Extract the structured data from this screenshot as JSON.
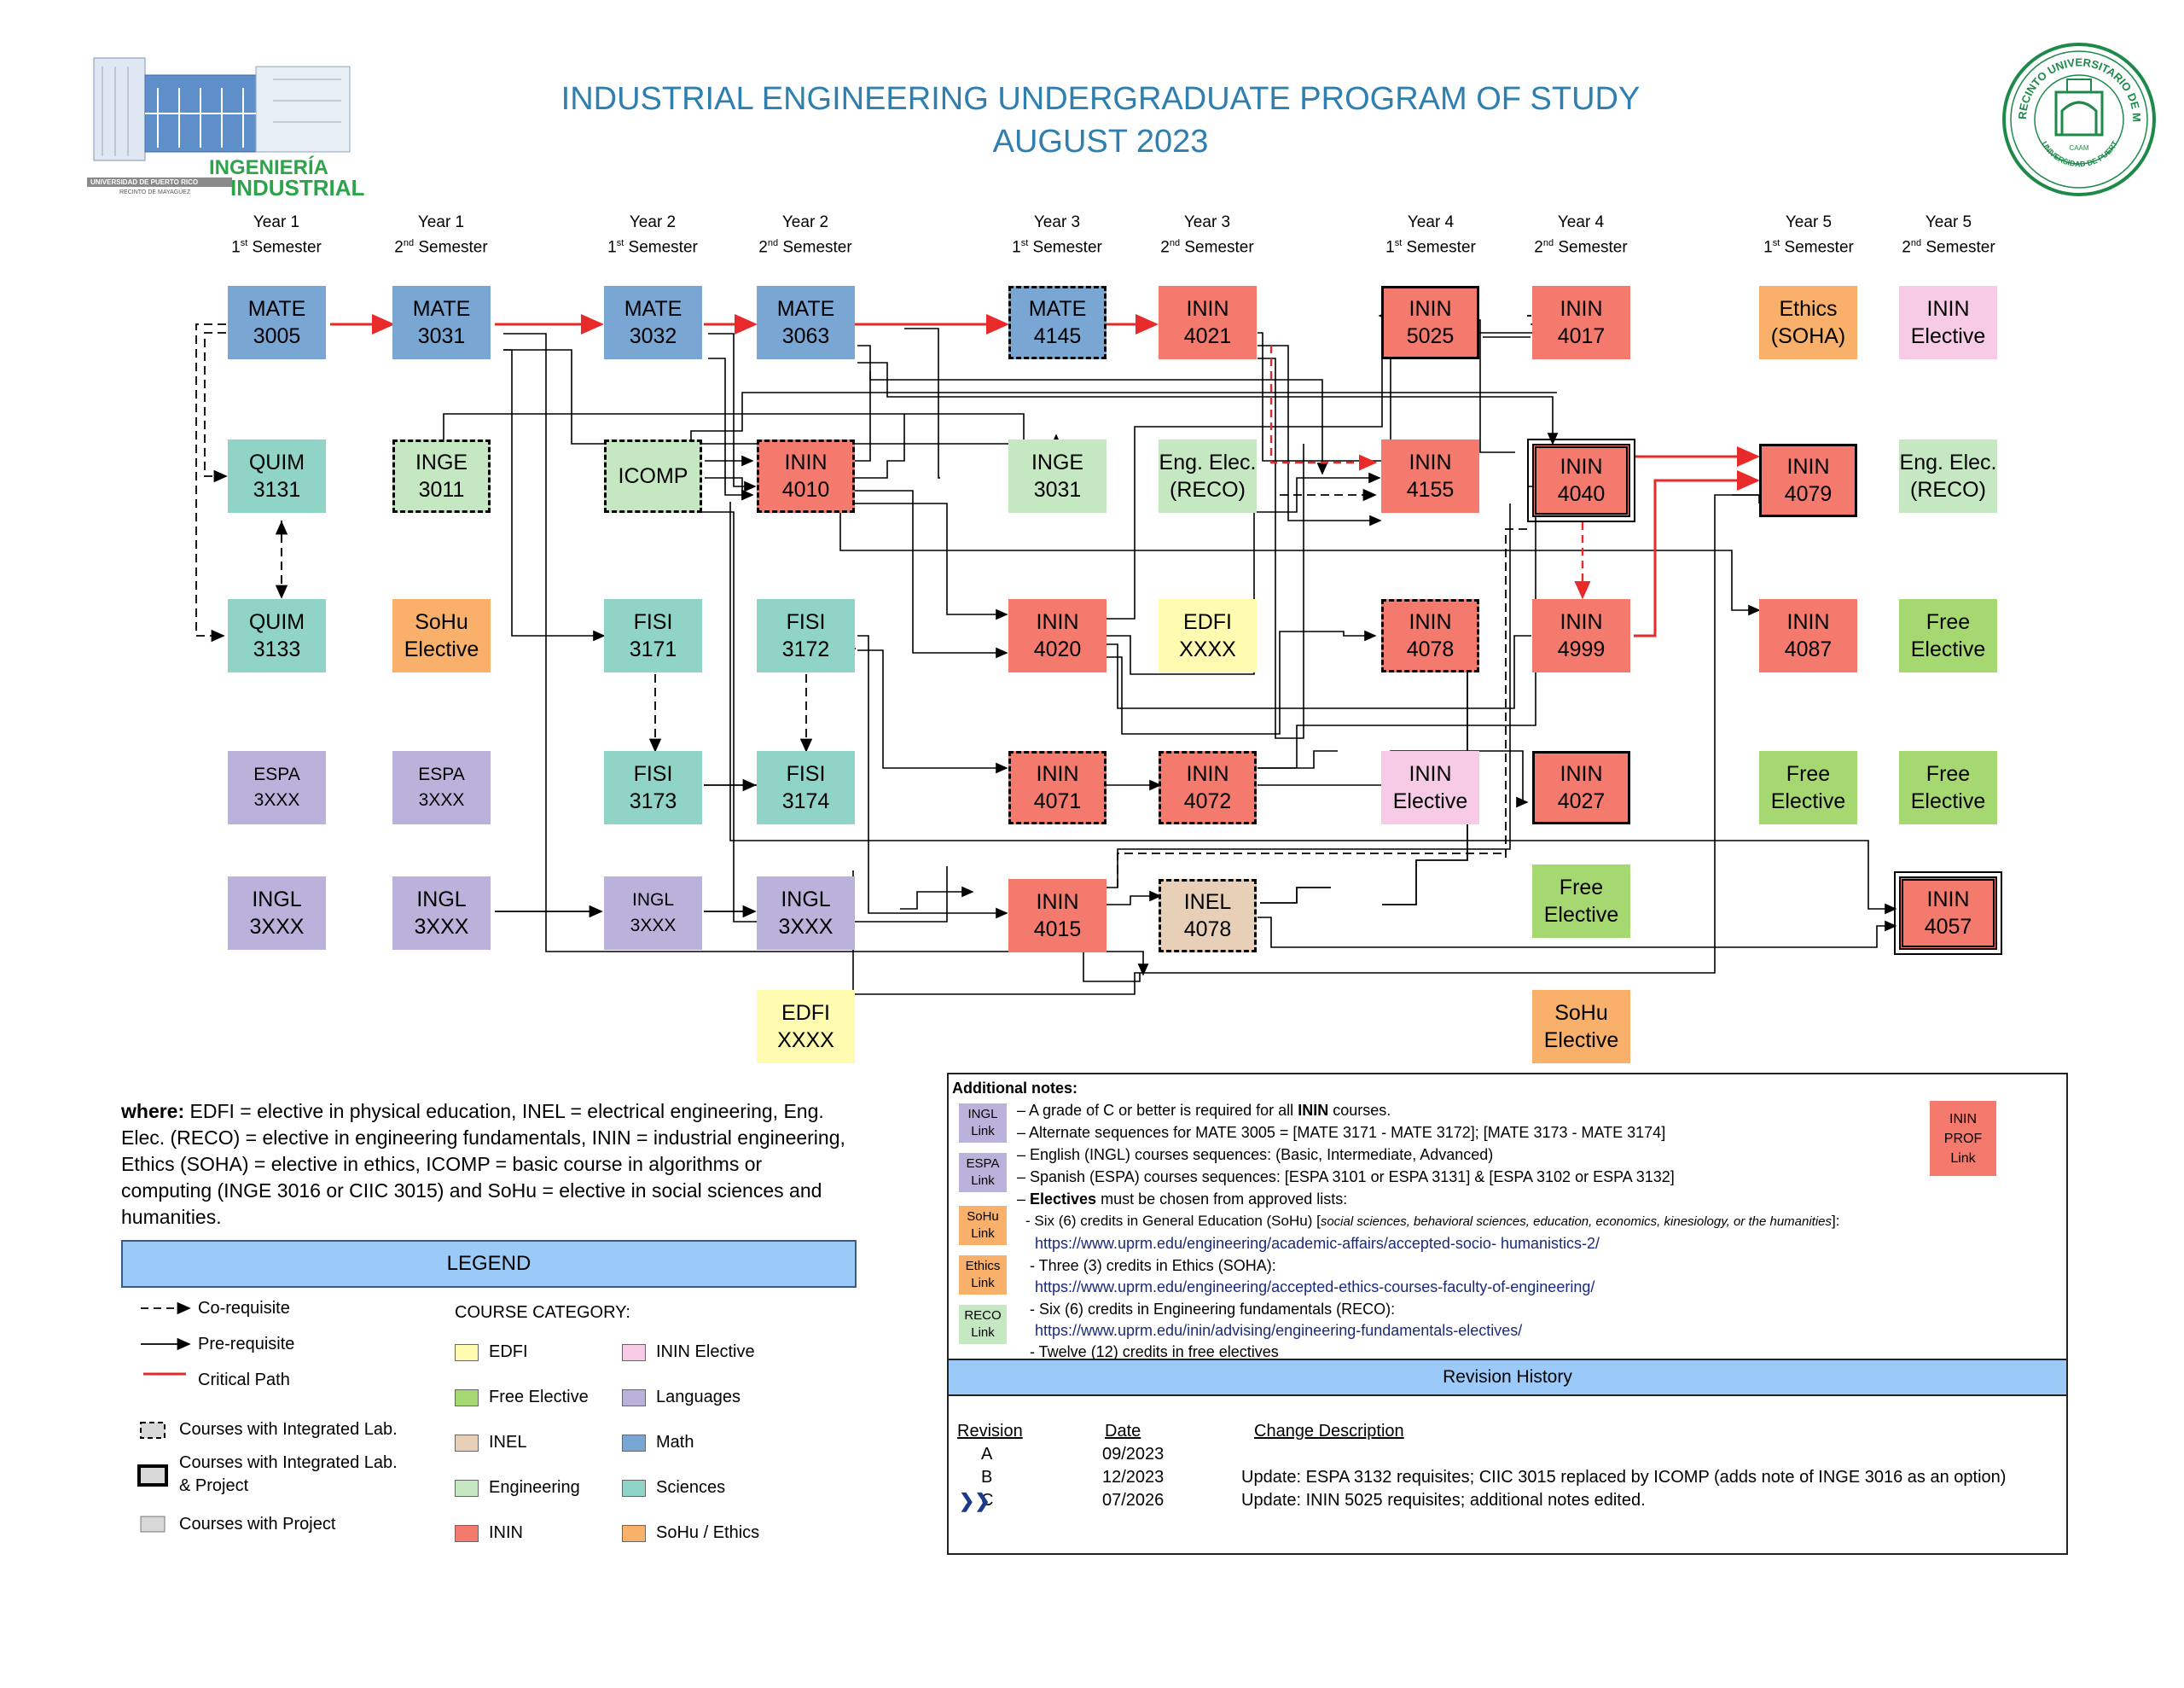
{
  "title_line1": "INDUSTRIAL ENGINEERING UNDERGRADUATE PROGRAM OF STUDY",
  "title_line2": "AUGUST 2023",
  "logo_left": {
    "line1": "INGENIERÍA",
    "line2": "INDUSTRIAL",
    "line3": "UNIVERSIDAD DE PUERTO RICO",
    "line4": "RECINTO DE MAYAGÜEZ"
  },
  "seal": {
    "outer": "RECINTO UNIVERSITARIO DE MAYAGÜEZ",
    "inner": "UNIVERSIDAD DE PUERTO RICO",
    "caam": "CAAM"
  },
  "colors": {
    "math": "#79a6d2",
    "sciences": "#8fd4c6",
    "languages": "#bbb2dc",
    "engineering": "#c5e7c2",
    "inin": "#f37a6d",
    "inin_elective": "#f7cbe5",
    "sohu": "#f8b06a",
    "edfi": "#fffbb0",
    "free": "#a6d872",
    "inel": "#e8d0b8",
    "critical": "#e82a2a"
  },
  "headers": [
    {
      "year": "Year 1",
      "num": "1",
      "sup": "st",
      "sem": "Semester"
    },
    {
      "year": "Year 1",
      "num": "2",
      "sup": "nd",
      "sem": "Semester"
    },
    {
      "year": "Year 2",
      "num": "1",
      "sup": "st",
      "sem": "Semester"
    },
    {
      "year": "Year 2",
      "num": "2",
      "sup": "nd",
      "sem": "Semester"
    },
    {
      "year": "Year 3",
      "num": "1",
      "sup": "st",
      "sem": "Semester"
    },
    {
      "year": "Year 3",
      "num": "2",
      "sup": "nd",
      "sem": "Semester"
    },
    {
      "year": "Year 4",
      "num": "1",
      "sup": "st",
      "sem": "Semester"
    },
    {
      "year": "Year 4",
      "num": "2",
      "sup": "nd",
      "sem": "Semester"
    },
    {
      "year": "Year 5",
      "num": "1",
      "sup": "st",
      "sem": "Semester"
    },
    {
      "year": "Year 5",
      "num": "2",
      "sup": "nd",
      "sem": "Semester"
    }
  ],
  "courses": [
    {
      "id": "mate3005",
      "l1": "MATE",
      "l2": "3005",
      "cat": "math",
      "border": "none"
    },
    {
      "id": "mate3031",
      "l1": "MATE",
      "l2": "3031",
      "cat": "math",
      "border": "none"
    },
    {
      "id": "mate3032",
      "l1": "MATE",
      "l2": "3032",
      "cat": "math",
      "border": "none"
    },
    {
      "id": "mate3063",
      "l1": "MATE",
      "l2": "3063",
      "cat": "math",
      "border": "none"
    },
    {
      "id": "mate4145",
      "l1": "MATE",
      "l2": "4145",
      "cat": "math",
      "border": "dash"
    },
    {
      "id": "inin4021",
      "l1": "ININ",
      "l2": "4021",
      "cat": "inin",
      "border": "none"
    },
    {
      "id": "inin5025",
      "l1": "ININ",
      "l2": "5025",
      "cat": "inin",
      "border": "solid"
    },
    {
      "id": "inin4017",
      "l1": "ININ",
      "l2": "4017",
      "cat": "inin",
      "border": "none"
    },
    {
      "id": "ethics",
      "l1": "Ethics",
      "l2": "(SOHA)",
      "cat": "sohu",
      "border": "none"
    },
    {
      "id": "ininelec1",
      "l1": "ININ",
      "l2": "Elective",
      "cat": "inin_elective",
      "border": "none"
    },
    {
      "id": "quim3131",
      "l1": "QUIM",
      "l2": "3131",
      "cat": "sciences",
      "border": "none"
    },
    {
      "id": "inge3011",
      "l1": "INGE",
      "l2": "3011",
      "cat": "engineering",
      "border": "dash"
    },
    {
      "id": "icomp",
      "l1": "ICOMP",
      "l2": "",
      "cat": "engineering",
      "border": "dash"
    },
    {
      "id": "inin4010",
      "l1": "ININ",
      "l2": "4010",
      "cat": "inin",
      "border": "dash"
    },
    {
      "id": "inge3031",
      "l1": "INGE",
      "l2": "3031",
      "cat": "engineering",
      "border": "none"
    },
    {
      "id": "reco1",
      "l1": "Eng. Elec.",
      "l2": "(RECO)",
      "cat": "engineering",
      "border": "none"
    },
    {
      "id": "inin4155",
      "l1": "ININ",
      "l2": "4155",
      "cat": "inin",
      "border": "none"
    },
    {
      "id": "inin4040",
      "l1": "ININ",
      "l2": "4040",
      "cat": "inin",
      "border": "double"
    },
    {
      "id": "inin4079",
      "l1": "ININ",
      "l2": "4079",
      "cat": "inin",
      "border": "solid"
    },
    {
      "id": "reco2",
      "l1": "Eng. Elec.",
      "l2": "(RECO)",
      "cat": "engineering",
      "border": "none"
    },
    {
      "id": "quim3133",
      "l1": "QUIM",
      "l2": "3133",
      "cat": "sciences",
      "border": "none"
    },
    {
      "id": "sohu1",
      "l1": "SoHu",
      "l2": "Elective",
      "cat": "sohu",
      "border": "none"
    },
    {
      "id": "fisi3171",
      "l1": "FISI",
      "l2": "3171",
      "cat": "sciences",
      "border": "none"
    },
    {
      "id": "fisi3172",
      "l1": "FISI",
      "l2": "3172",
      "cat": "sciences",
      "border": "none"
    },
    {
      "id": "inin4020",
      "l1": "ININ",
      "l2": "4020",
      "cat": "inin",
      "border": "none"
    },
    {
      "id": "edfi1",
      "l1": "EDFI",
      "l2": "XXXX",
      "cat": "edfi",
      "border": "none"
    },
    {
      "id": "inin4078",
      "l1": "ININ",
      "l2": "4078",
      "cat": "inin",
      "border": "dash"
    },
    {
      "id": "inin4999",
      "l1": "ININ",
      "l2": "4999",
      "cat": "inin",
      "border": "none"
    },
    {
      "id": "inin4087",
      "l1": "ININ",
      "l2": "4087",
      "cat": "inin",
      "border": "none"
    },
    {
      "id": "free1",
      "l1": "Free",
      "l2": "Elective",
      "cat": "free",
      "border": "none"
    },
    {
      "id": "espa1",
      "l1": "ESPA",
      "l2": "3XXX",
      "cat": "languages",
      "border": "none",
      "small": true
    },
    {
      "id": "espa2",
      "l1": "ESPA",
      "l2": "3XXX",
      "cat": "languages",
      "border": "none",
      "small": true
    },
    {
      "id": "fisi3173",
      "l1": "FISI",
      "l2": "3173",
      "cat": "sciences",
      "border": "none"
    },
    {
      "id": "fisi3174",
      "l1": "FISI",
      "l2": "3174",
      "cat": "sciences",
      "border": "none"
    },
    {
      "id": "inin4071",
      "l1": "ININ",
      "l2": "4071",
      "cat": "inin",
      "border": "dash"
    },
    {
      "id": "inin4072",
      "l1": "ININ",
      "l2": "4072",
      "cat": "inin",
      "border": "dash"
    },
    {
      "id": "ininelec2",
      "l1": "ININ",
      "l2": "Elective",
      "cat": "inin_elective",
      "border": "none"
    },
    {
      "id": "inin4027",
      "l1": "ININ",
      "l2": "4027",
      "cat": "inin",
      "border": "solid"
    },
    {
      "id": "free2",
      "l1": "Free",
      "l2": "Elective",
      "cat": "free",
      "border": "none"
    },
    {
      "id": "free3",
      "l1": "Free",
      "l2": "Elective",
      "cat": "free",
      "border": "none"
    },
    {
      "id": "ingl1",
      "l1": "INGL",
      "l2": "3XXX",
      "cat": "languages",
      "border": "none"
    },
    {
      "id": "ingl2",
      "l1": "INGL",
      "l2": "3XXX",
      "cat": "languages",
      "border": "none"
    },
    {
      "id": "ingl3",
      "l1": "INGL",
      "l2": "3XXX",
      "cat": "languages",
      "border": "none",
      "small": true
    },
    {
      "id": "ingl4",
      "l1": "INGL",
      "l2": "3XXX",
      "cat": "languages",
      "border": "none"
    },
    {
      "id": "inin4015",
      "l1": "ININ",
      "l2": "4015",
      "cat": "inin",
      "border": "none"
    },
    {
      "id": "inel4078",
      "l1": "INEL",
      "l2": "4078",
      "cat": "inel",
      "border": "dash"
    },
    {
      "id": "free4",
      "l1": "Free",
      "l2": "Elective",
      "cat": "free",
      "border": "none"
    },
    {
      "id": "inin4057",
      "l1": "ININ",
      "l2": "4057",
      "cat": "inin",
      "border": "double"
    },
    {
      "id": "edfi2",
      "l1": "EDFI",
      "l2": "XXXX",
      "cat": "edfi",
      "border": "none"
    },
    {
      "id": "sohu2",
      "l1": "SoHu",
      "l2": "Elective",
      "cat": "sohu",
      "border": "none"
    }
  ],
  "where": {
    "label": "where:",
    "text": "EDFI = elective in physical education, INEL = electrical engineering, Eng. Elec. (RECO) = elective in engineering fundamentals, ININ = industrial engineering, Ethics (SOHA) = elective in ethics, ICOMP = basic course in algorithms or computing (INGE 3016 or CIIC 3015) and SoHu = elective in social sciences and humanities."
  },
  "legend": {
    "title": "LEGEND",
    "corequisite": "Co-requisite",
    "prerequisite": "Pre-requisite",
    "critical": "Critical Path",
    "lab": "Courses with Integrated Lab.",
    "labproj1": "Courses with Integrated Lab.",
    "labproj2": "& Project",
    "project": "Courses with Project",
    "category_title": "COURSE CATEGORY:",
    "cats": [
      {
        "label": "EDFI",
        "color": "#fffbb0"
      },
      {
        "label": "ININ Elective",
        "color": "#f7cbe5"
      },
      {
        "label": "Free Elective",
        "color": "#a6d872"
      },
      {
        "label": "Languages",
        "color": "#bbb2dc"
      },
      {
        "label": "INEL",
        "color": "#e8d0b8"
      },
      {
        "label": "Math",
        "color": "#79a6d2"
      },
      {
        "label": "Engineering",
        "color": "#c5e7c2"
      },
      {
        "label": "Sciences",
        "color": "#8fd4c6"
      },
      {
        "label": "ININ",
        "color": "#f37a6d"
      },
      {
        "label": "SoHu / Ethics",
        "color": "#f8b06a"
      }
    ]
  },
  "notes": {
    "title": "Additional notes:",
    "tags": [
      {
        "l1": "INGL",
        "l2": "Link",
        "color": "#bbb2dc"
      },
      {
        "l1": "ESPA",
        "l2": "Link",
        "color": "#bbb2dc"
      },
      {
        "l1": "SoHu",
        "l2": "Link",
        "color": "#f8b06a"
      },
      {
        "l1": "Ethics",
        "l2": "Link",
        "color": "#f8b06a"
      },
      {
        "l1": "RECO",
        "l2": "Link",
        "color": "#c5e7c2"
      }
    ],
    "prof_tag": {
      "l1": "ININ",
      "l2": "PROF",
      "l3": "Link"
    },
    "n1a": "– A grade of C or better is required for all ",
    "n1b": "ININ",
    "n1c": " courses.",
    "n2": "– Alternate sequences for MATE 3005 = [MATE 3171 - MATE 3172]; [MATE 3173 - MATE 3174]",
    "n3": "– English (INGL) courses sequences: (Basic, Intermediate, Advanced)",
    "n4": "– Spanish (ESPA) courses sequences: [ESPA 3101 or ESPA 3131] & [ESPA 3102 or ESPA 3132]",
    "n5a": "– ",
    "n5b": "Electives",
    "n5c": " must be chosen from approved lists:",
    "n6a": " - Six (6) credits in General Education (SoHu) [",
    "n6b": "social sciences, behavioral sciences, education, economics, kinesiology, or the humanities",
    "n6c": "]:",
    "n7": "https://www.uprm.edu/engineering/academic-affairs/accepted-socio- humanistics-2/",
    "n8": " - Three (3) credits in Ethics (SOHA):",
    "n9": "https://www.uprm.edu/engineering/accepted-ethics-courses-faculty-of-engineering/",
    "n10": " - Six (6) credits in Engineering fundamentals (RECO):",
    "n11": "https://www.uprm.edu/inin/advising/engineering-fundamentals-electives/",
    "n12": " - Twelve (12) credits in free electives"
  },
  "revision": {
    "title": "Revision History",
    "h_rev": "Revision",
    "h_date": "Date",
    "h_desc": "Change Description",
    "rows": [
      {
        "rev": "A",
        "date": "09/2023",
        "desc": ""
      },
      {
        "rev": "B",
        "date": "12/2023",
        "desc": "Update: ESPA 3132 requisites; CIIC 3015 replaced by ICOMP (adds note of INGE 3016 as an option)"
      },
      {
        "rev": "C",
        "date": "07/2026",
        "desc": "Update: ININ 5025 requisites; additional notes edited."
      }
    ]
  }
}
